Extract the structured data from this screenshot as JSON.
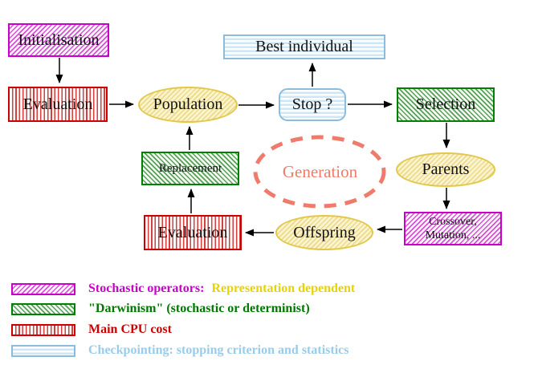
{
  "diagram": {
    "nodes": {
      "initialisation": "Initialisation",
      "evaluation_top": "Evaluation",
      "population": "Population",
      "stop": "Stop ?",
      "best_individual": "Best individual",
      "selection": "Selection",
      "parents": "Parents",
      "crossover_line1": "Crossover,",
      "crossover_line2": "Mutation, ...",
      "offspring": "Offspring",
      "evaluation_bottom": "Evaluation",
      "replacement": "Replacement",
      "generation": "Generation"
    },
    "colors": {
      "stochastic_magenta": "#c800c8",
      "cpu_red": "#cc0000",
      "darwinism_green": "#008000",
      "checkpoint_cyan": "#8cbcdc",
      "data_yellow_border": "#e2c84a",
      "generation_salmon": "#ee7b6b",
      "arrow_black": "#000000"
    }
  },
  "legend": {
    "items": [
      {
        "label": "Stochastic operators:",
        "label_color": "#cc00cc",
        "label2": "Representation dependent",
        "label2_color": "#e6d400"
      },
      {
        "label": "\"Darwinism\" (stochastic or determinist)",
        "label_color": "#007700"
      },
      {
        "label": "Main CPU cost",
        "label_color": "#cc0000"
      },
      {
        "label": "Checkpointing: stopping criterion and statistics",
        "label_color": "#99cce8"
      }
    ]
  }
}
